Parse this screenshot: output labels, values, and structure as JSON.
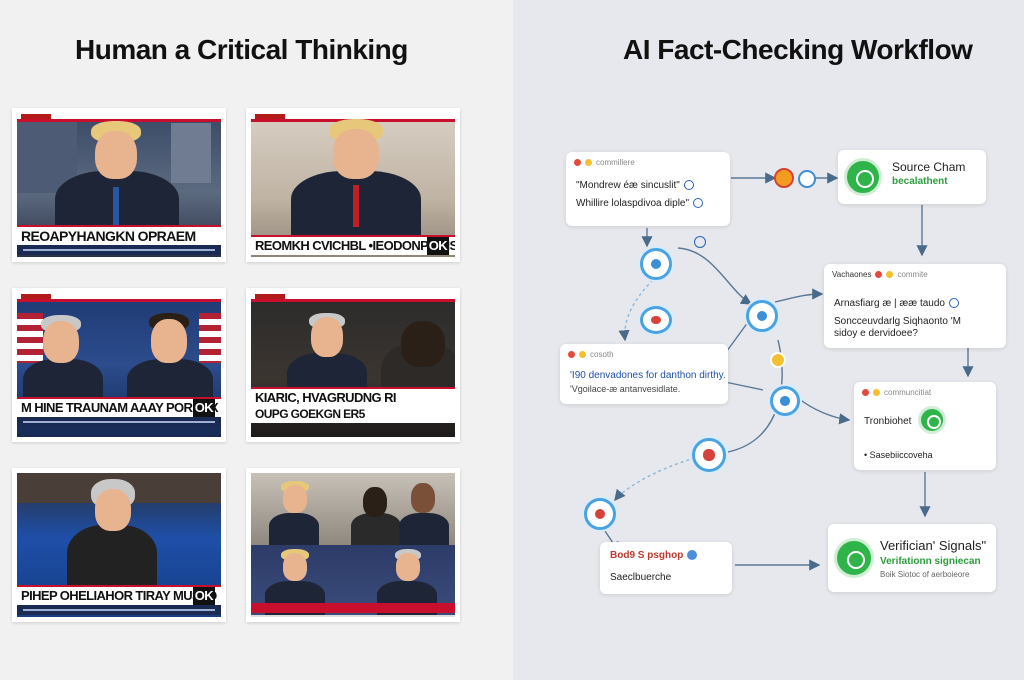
{
  "left": {
    "title": "Human a Critical Thinking",
    "thumbnails": [
      {
        "chyron": "REOAPYHANGKN OPRAEM",
        "ok": ""
      },
      {
        "chyron": "REOMKH CVICHBL •IEODONPORIS",
        "ok": "OK"
      },
      {
        "chyron": "M HINE TRAUNAM AAAY PORAKX",
        "ok": "OK"
      },
      {
        "chyron": "KIARIC, HVAGRUDNG RI",
        "chyron2": "OUPG GOEKGN ER5",
        "ok": ""
      },
      {
        "chyron": "PIHEP OHELIAHOR TIRAY MUSTO",
        "ok": "OK"
      },
      {
        "chyron": "",
        "ok": ""
      }
    ]
  },
  "right": {
    "title": "AI Fact-Checking Workflow",
    "cards": {
      "c1": {
        "hdr": "commillere",
        "line1": "\"Mondrew éæ sincuslit\"",
        "line2": "Whillire lolaspdivoa diple\""
      },
      "c2": {
        "line1": "Source Cham",
        "line2": "becalathent"
      },
      "c3": {
        "hdr": "commite",
        "title": "Vachaones",
        "line1": "Arnasfiarg æ | ææ taudo",
        "line2": "Soncceuvdarlg Siqhaonto 'M",
        "line3": "sidoy e dervidoee?"
      },
      "c4": {
        "hdr": "cosoth",
        "line1": "'I90 denvadones for danthon dirthy.",
        "line2": "'Vgoilace-æ antanvesidlate."
      },
      "c5": {
        "hdr": "communcitiat",
        "line1": "Tronbiohet",
        "line2": "• Sasebiiccoveha"
      },
      "c6": {
        "line1": "Bod9 S psghop",
        "line2": "Saeclbuerche"
      },
      "c7": {
        "line1": "Verifician' Signals\"",
        "line2": "Verifationn signiecan",
        "line3": "Boik Siotoc of aerboieore"
      }
    },
    "colors": {
      "accent": "#4aa3e0",
      "verify": "#2fb44a",
      "alert": "#e5493b"
    }
  }
}
